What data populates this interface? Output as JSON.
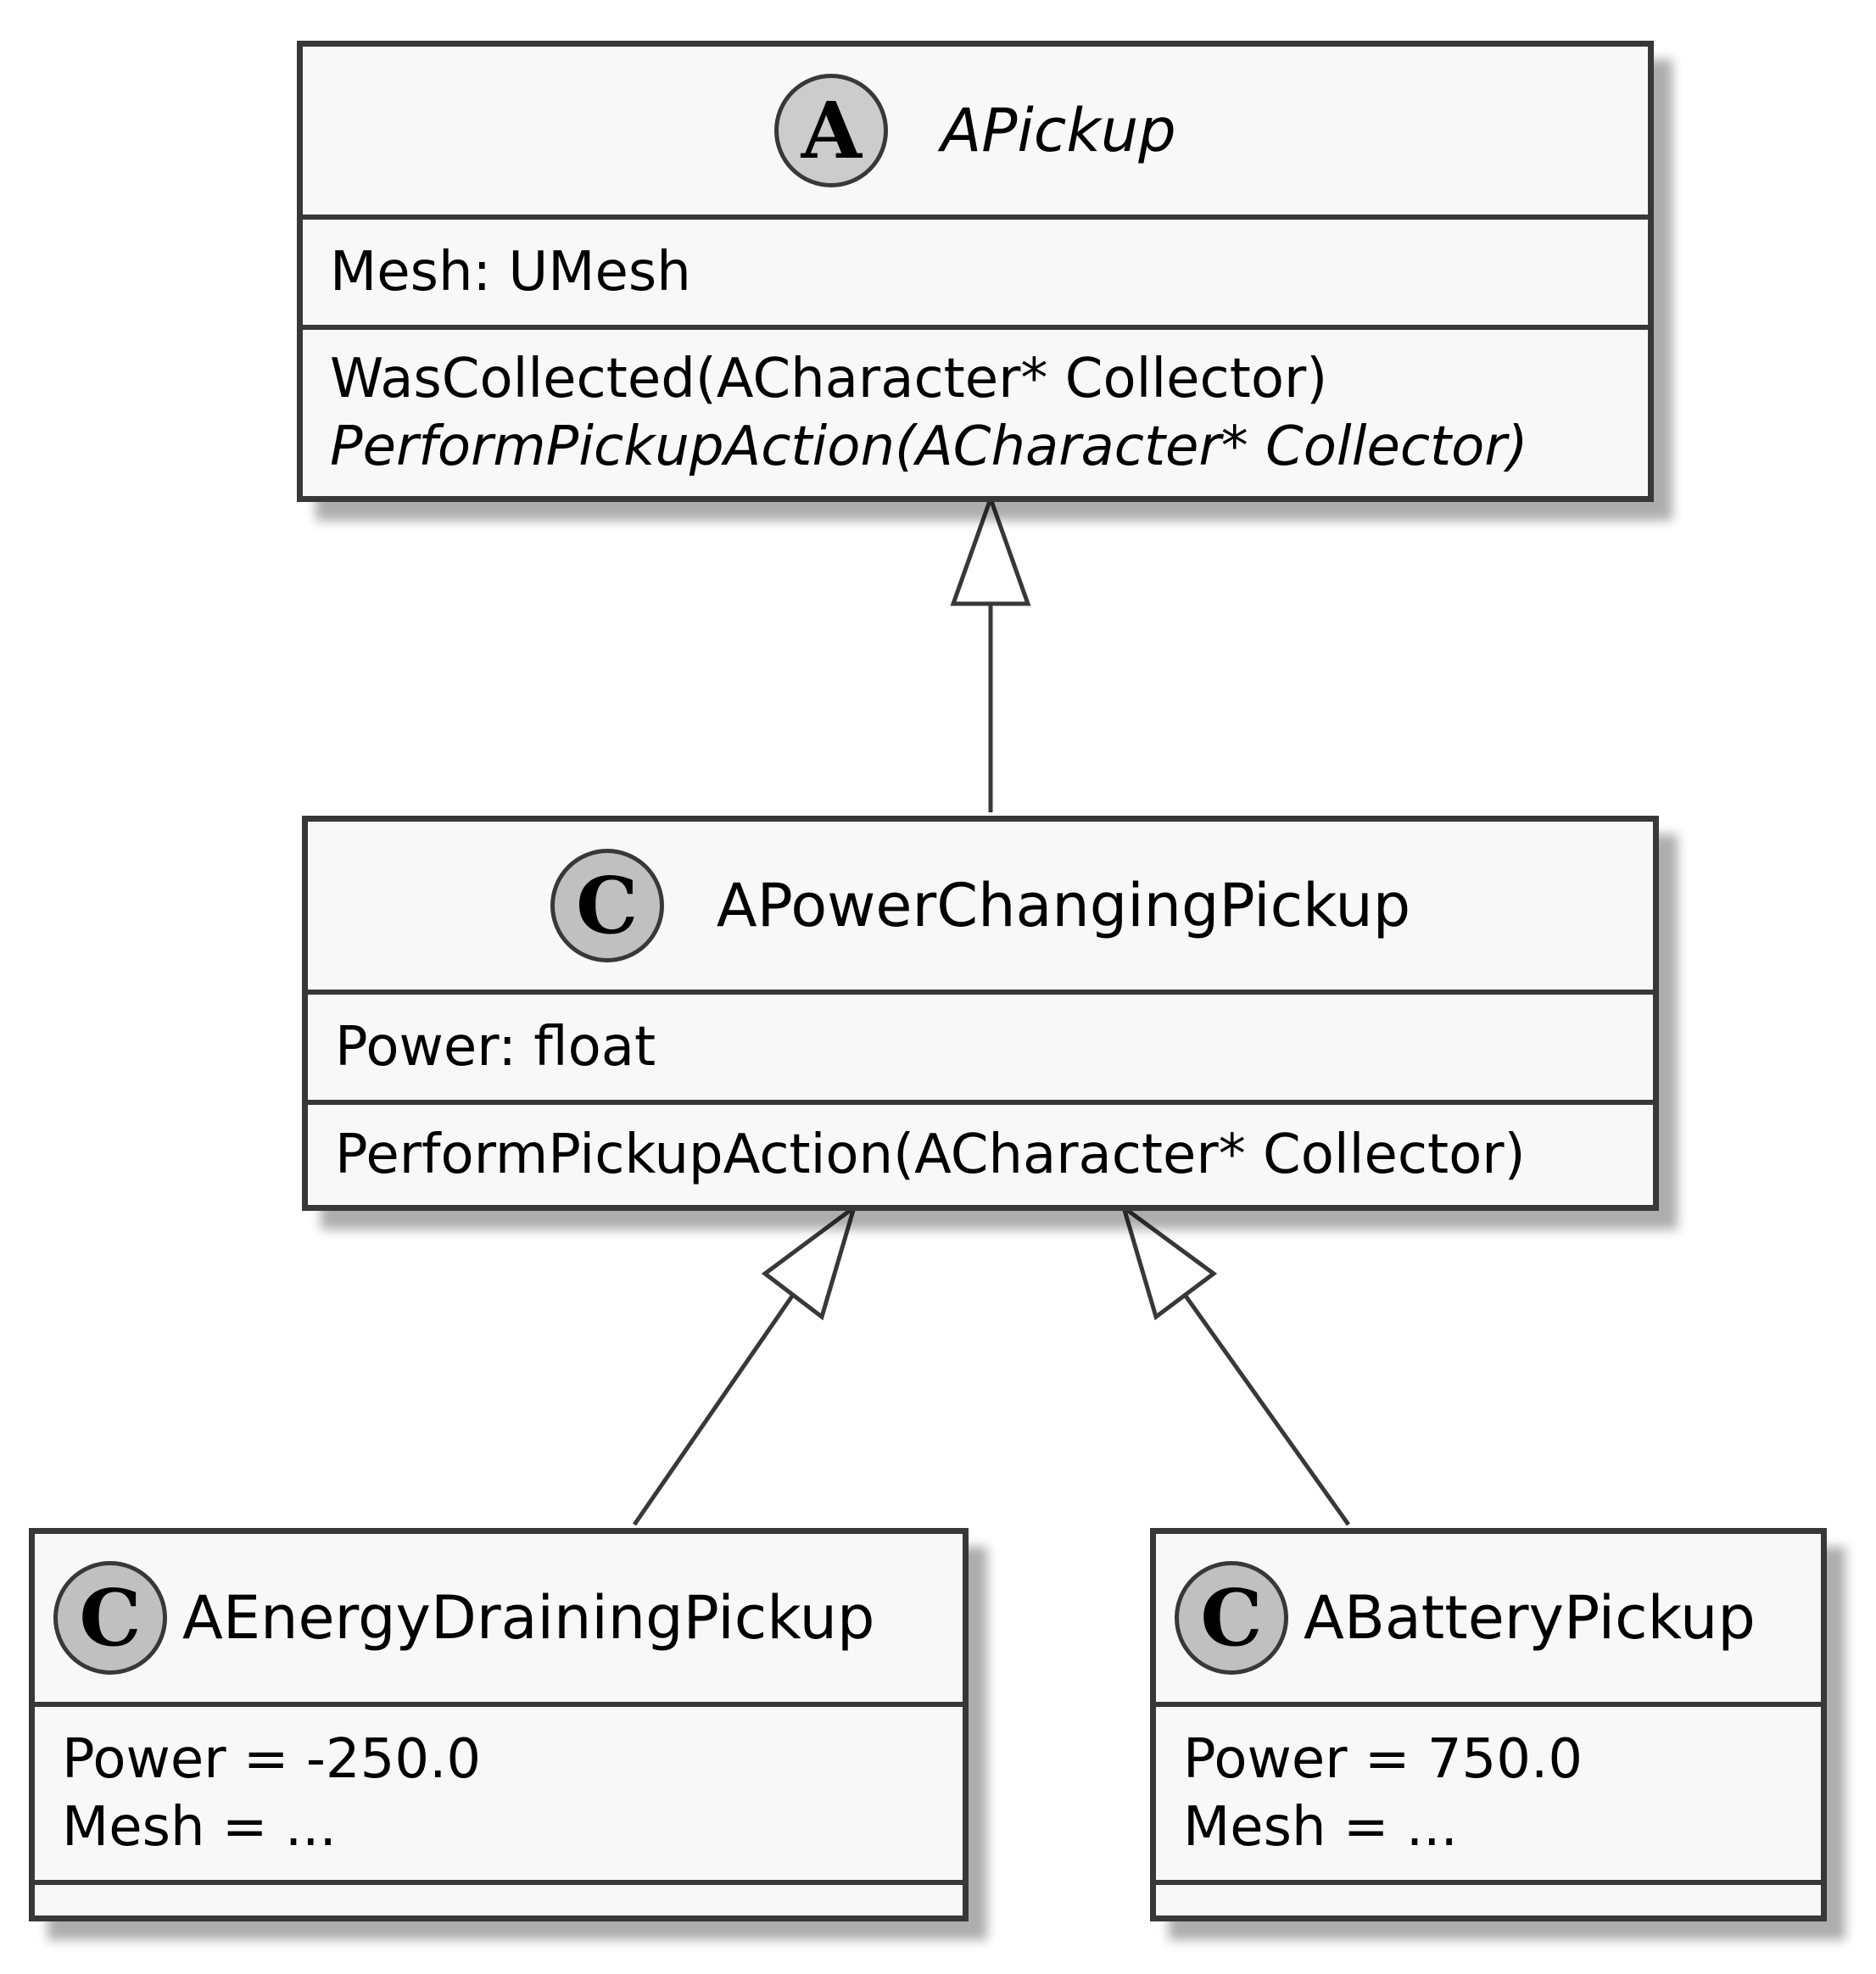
{
  "diagram": {
    "classes": {
      "apickup": {
        "stereotype_letter": "A",
        "name": "APickup",
        "attributes": [
          "Mesh: UMesh"
        ],
        "methods": [
          "WasCollected(ACharacter* Collector)",
          "PerformPickupAction(ACharacter* Collector)"
        ]
      },
      "apowerchangingpickup": {
        "stereotype_letter": "C",
        "name": "APowerChangingPickup",
        "attributes": [
          "Power: float"
        ],
        "methods": [
          "PerformPickupAction(ACharacter* Collector)"
        ]
      },
      "aenergydrainingpickup": {
        "stereotype_letter": "C",
        "name": "AEnergyDrainingPickup",
        "attributes": [
          "Power = -250.0",
          "Mesh = ..."
        ],
        "methods": []
      },
      "abatterypickup": {
        "stereotype_letter": "C",
        "name": "ABatteryPickup",
        "attributes": [
          "Power = 750.0",
          "Mesh = ..."
        ],
        "methods": []
      }
    },
    "relations": [
      {
        "type": "inheritance",
        "from": "APowerChangingPickup",
        "to": "APickup"
      },
      {
        "type": "inheritance",
        "from": "AEnergyDrainingPickup",
        "to": "APowerChangingPickup"
      },
      {
        "type": "inheritance",
        "from": "ABatteryPickup",
        "to": "APowerChangingPickup"
      }
    ],
    "colors": {
      "box_fill": "#f8f8f8",
      "border": "#383838",
      "abstract_badge": "#cccccc",
      "class_badge": "#c0c0c0"
    }
  }
}
